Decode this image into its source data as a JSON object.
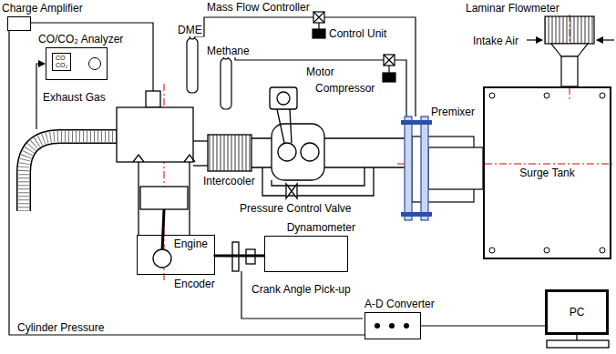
{
  "diagram": {
    "nodes": [
      {
        "text": [
          "Charge Amplifier"
        ]
      },
      {
        "text": [
          "CO/CO₂ Analyzer",
          "CO",
          "CO₂"
        ]
      },
      {
        "text": [
          "Surge Tank"
        ]
      },
      {
        "text": [
          "Engine"
        ]
      },
      {
        "text": [
          "Dynamometer"
        ]
      },
      {
        "text": [
          "A-D Converter"
        ]
      },
      {
        "text": [
          "PC"
        ]
      }
    ],
    "edges": [
      {
        "from": 0,
        "to": 5,
        "arrow": "none",
        "label": "Cylinder Pressure"
      },
      {
        "from": 5,
        "to": 6,
        "arrow": "none"
      },
      {
        "from": 3,
        "to": 4,
        "arrow": "none"
      }
    ],
    "labels": [
      "Mass Flow Controller",
      "DME",
      "Control Unit",
      "Methane",
      "Laminar Flowmeter",
      "Intake Air",
      "Motor",
      "Compressor",
      "Premixer",
      "Exhaust Gas",
      "Intercooler",
      "Pressure Control Valve",
      "Encoder",
      "Crank Angle Pick-up"
    ]
  }
}
